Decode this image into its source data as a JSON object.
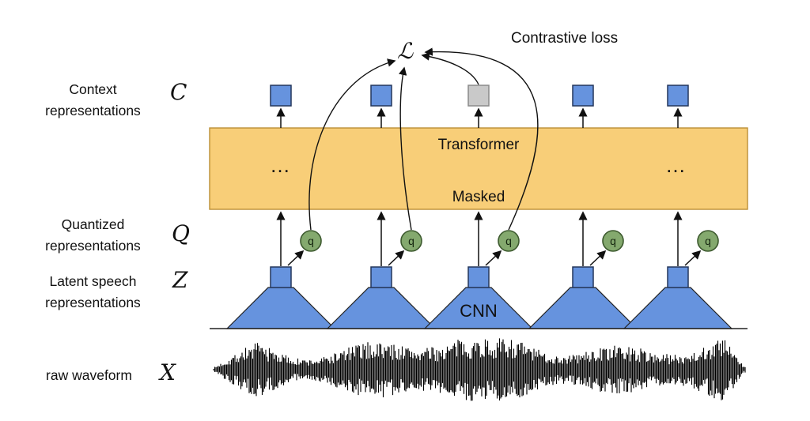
{
  "labels": {
    "contrastive_loss": "Contrastive loss",
    "loss_symbol": "ℒ",
    "transformer": "Transformer",
    "masked": "Masked",
    "ellipsis": "…",
    "cnn": "CNN",
    "q": "q",
    "context_line1": "Context",
    "context_line2": "representations",
    "context_symbol": "C",
    "quantized_line1": "Quantized",
    "quantized_line2": "representations",
    "quantized_symbol": "Q",
    "latent_line1": "Latent speech",
    "latent_line2": "representations",
    "latent_symbol": "Z",
    "raw_waveform": "raw waveform",
    "raw_symbol": "X"
  },
  "colors": {
    "block_blue": "#6693de",
    "block_blue_stroke": "#24365c",
    "masked_gray": "#c9c9c9",
    "masked_gray_stroke": "#8a8a8a",
    "transformer_fill": "#f8ce78",
    "transformer_stroke": "#bb8f35",
    "quantizer_green": "#84a96e",
    "quantizer_green_stroke": "#3d5a2f",
    "arrow": "#111111",
    "waveform": "#000000"
  },
  "diagram": {
    "columns": 5,
    "masked_column_index": 2
  }
}
